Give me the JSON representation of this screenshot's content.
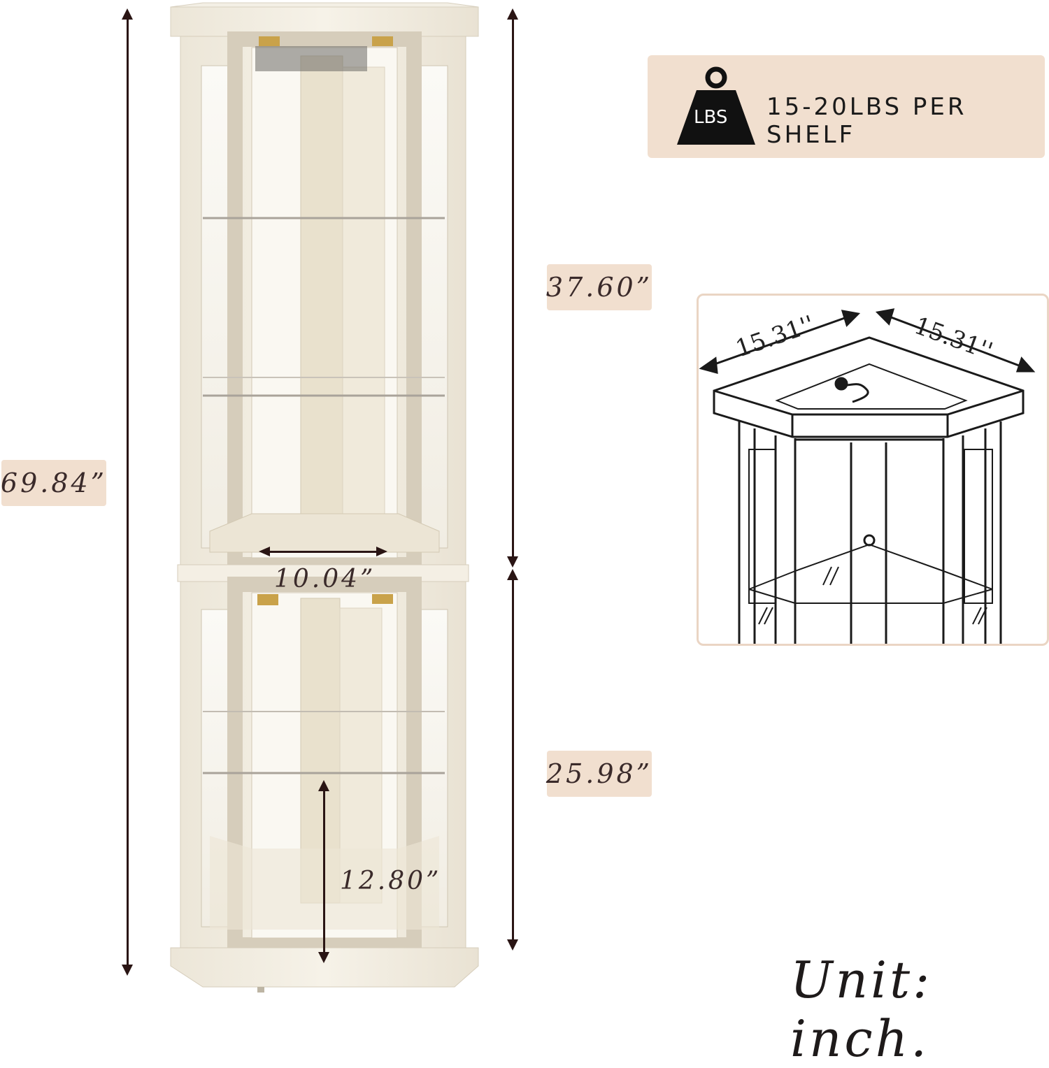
{
  "weight_banner": {
    "icon": "weight-icon",
    "icon_label": "LBS",
    "text": "15-20LBS PER SHELF"
  },
  "dimensions": {
    "total_height": "69.84”",
    "upper_height": "37.60”",
    "lower_height": "25.98”",
    "inner_width": "10.04”",
    "shelf_spacing": "12.80”"
  },
  "corner_drawing": {
    "side_a": "15.31''",
    "side_b": "15.31''"
  },
  "unit": "Unit: inch.",
  "colors": {
    "label_bg": "#f1dfcf",
    "cabinet": "#f2ede2",
    "arrow": "#2a1514"
  }
}
